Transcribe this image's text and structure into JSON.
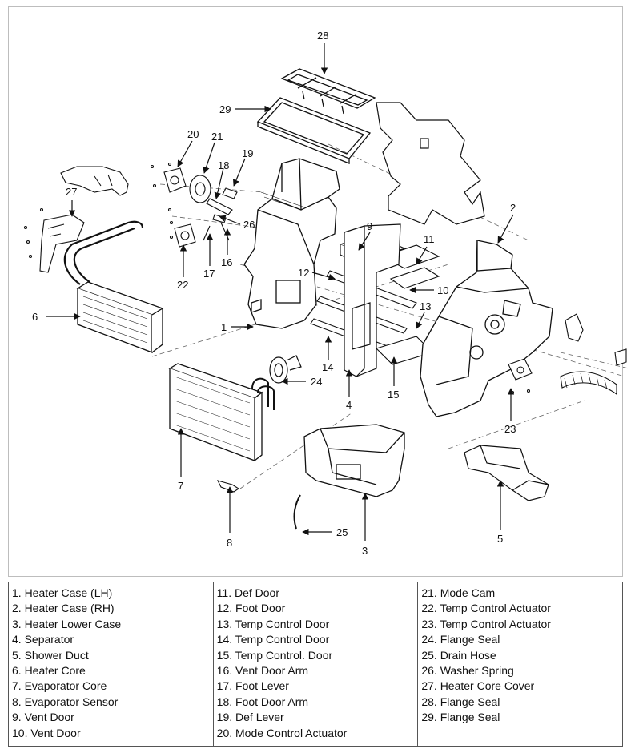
{
  "callouts": [
    "1",
    "2",
    "3",
    "4",
    "5",
    "6",
    "7",
    "8",
    "9",
    "10",
    "11",
    "12",
    "13",
    "14",
    "15",
    "16",
    "17",
    "18",
    "19",
    "20",
    "21",
    "22",
    "23",
    "24",
    "25",
    "26",
    "27",
    "28",
    "29"
  ],
  "legend": {
    "columns": [
      [
        "1. Heater Case (LH)",
        "2. Heater Case (RH)",
        "3. Heater Lower Case",
        "4. Separator",
        "5. Shower Duct",
        "6. Heater Core",
        "7. Evaporator Core",
        "8. Evaporator Sensor",
        "9. Vent Door",
        "10. Vent Door"
      ],
      [
        "11. Def Door",
        "12. Foot Door",
        "13. Temp Control Door",
        "14. Temp Control Door",
        "15. Temp Control. Door",
        "16. Vent Door Arm",
        "17. Foot Lever",
        "18. Foot Door Arm",
        "19. Def Lever",
        "20. Mode Control Actuator"
      ],
      [
        "21. Mode Cam",
        "22. Temp Control Actuator",
        "23. Temp Control Actuator",
        "24. Flange Seal",
        "25. Drain Hose",
        "26. Washer Spring",
        "27. Heater Core Cover",
        "28. Flange Seal",
        "29. Flange Seal"
      ]
    ]
  }
}
